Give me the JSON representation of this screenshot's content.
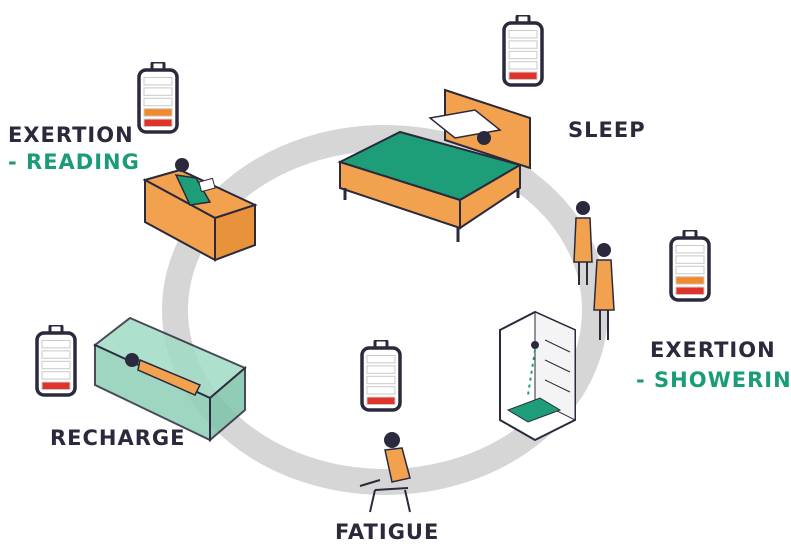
{
  "colors": {
    "ink": "#2b2a3d",
    "accent_green": "#1a9c78",
    "bed_green": "#1e9e78",
    "wood_orange": "#f2a14f",
    "ring_gray": "#d3d3d3",
    "battery_red": "#e0332a",
    "battery_orange": "#f08a2a",
    "battery_empty": "#ffffff"
  },
  "stages": {
    "sleep": {
      "label": "SLEEP",
      "battery_level": 0.2
    },
    "exertion_showering": {
      "label": "EXERTION",
      "sublabel": "- SHOWERING",
      "battery_level": 0.4
    },
    "fatigue": {
      "label": "FATIGUE",
      "battery_level": 0.2
    },
    "recharge": {
      "label": "RECHARGE",
      "battery_level": 0.2
    },
    "exertion_reading": {
      "label": "EXERTION",
      "sublabel": "- READING",
      "battery_level": 0.4
    }
  },
  "icons": {
    "bed": "bed-icon",
    "shower": "shower-icon",
    "chair": "chair-icon",
    "sofa": "sofa-icon",
    "armchair": "armchair-icon",
    "battery": "battery-icon"
  }
}
